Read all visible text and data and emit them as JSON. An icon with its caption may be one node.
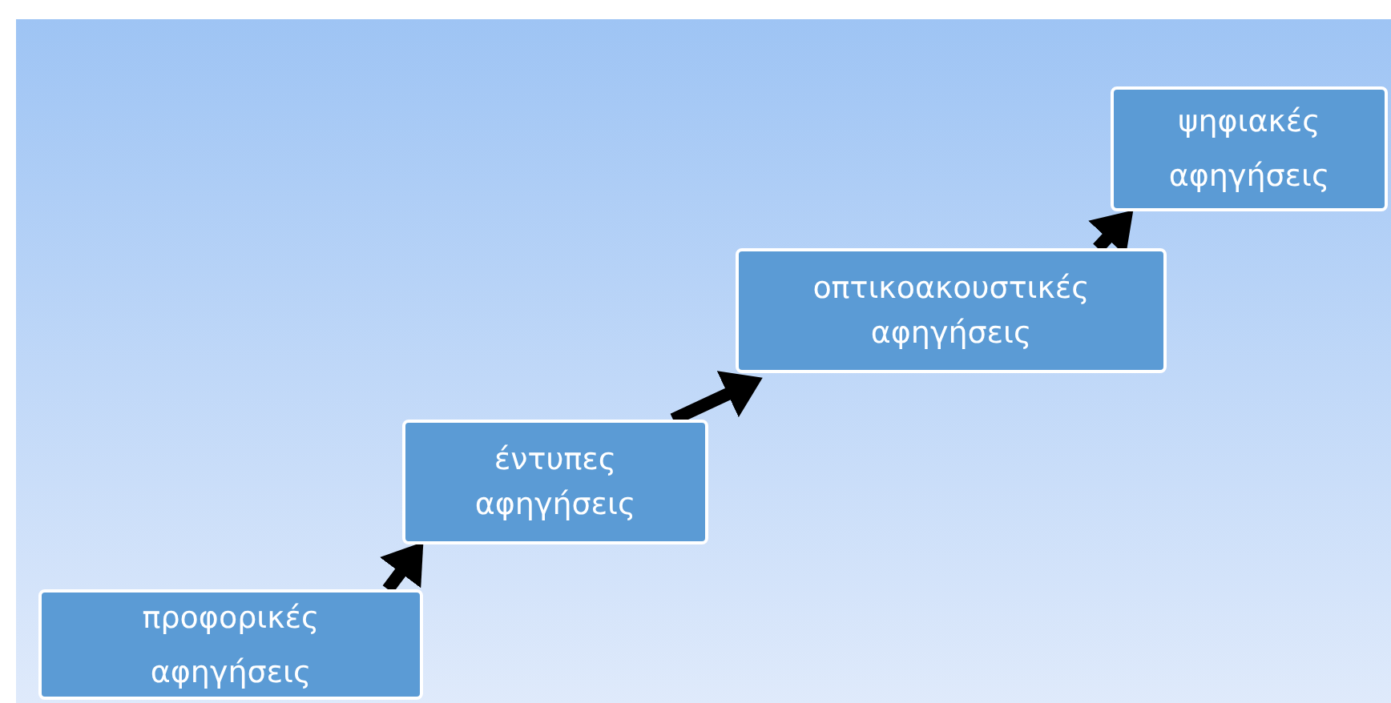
{
  "diagram": {
    "nodes": [
      {
        "text": [
          "προφορικές αφηγήσεις"
        ]
      },
      {
        "text": [
          "έντυπες αφηγήσεις"
        ]
      },
      {
        "text": [
          "οπτικοακουστικές αφηγήσεις"
        ]
      },
      {
        "text": [
          "ψηφιακές αφηγήσεις"
        ]
      }
    ],
    "edges": [
      {
        "from": 0,
        "to": 1,
        "arrow": "to"
      },
      {
        "from": 1,
        "to": 2,
        "arrow": "to"
      },
      {
        "from": 2,
        "to": 3,
        "arrow": "to"
      }
    ]
  }
}
